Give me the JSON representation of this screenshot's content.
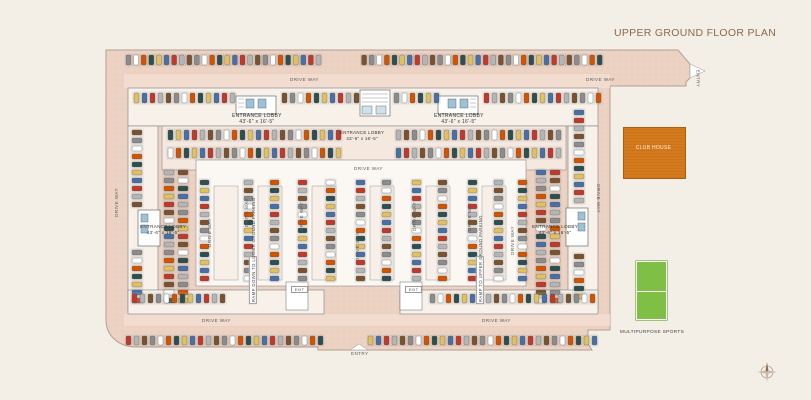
{
  "plan_title": "UPPER GROUND FLOOR PLAN",
  "lobbies": [
    {
      "name": "ENTRANCE LOBBY",
      "size": "43'-6\" x 16'-5\""
    },
    {
      "name": "ENTRANCE LOBBY",
      "size": "43'-6\" x 16'-5\""
    },
    {
      "name": "ENTRANCE LOBBY",
      "size": "43'-6\" x 16'-5\""
    },
    {
      "name": "ENTRANCE LOBBY",
      "size": "43'-6\" x 16'-5\""
    },
    {
      "name": "ENTRANCE LOBBY",
      "size": "43'-6\" x 16'-5\""
    }
  ],
  "labels": {
    "drive_way": "DRIVE WAY",
    "entry": "ENTRY",
    "exit": "EXIT",
    "ramp_down": "RAMP DOWN TO LOWER GROUND PARKING",
    "ramp_up": "RAMP TO UPPER GROUND PARKING",
    "club_house": "CLUB HOUSE",
    "sports": "MULTIPURPOSE SPORTS"
  },
  "colors": {
    "background": "#f4efe6",
    "paving": "#ecd4c4",
    "island": "#f7f1ea",
    "club_house": "#d37a1e",
    "court": "#7fbf45"
  }
}
